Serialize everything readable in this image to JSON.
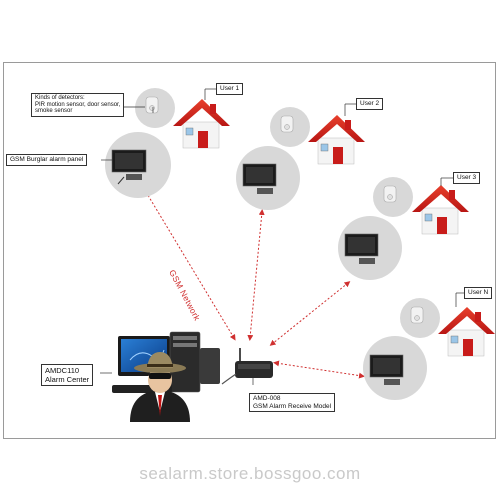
{
  "labels": {
    "detectors_heading": "Kinds of detectors:",
    "detectors_line1": "PIR motion sensor, door sensor,",
    "detectors_line2": "smoke sensor",
    "panel": "GSM Burglar alarm panel",
    "user1": "User 1",
    "user2": "User 2",
    "user3": "User 3",
    "userN": "User N",
    "network": "GSM Network",
    "center_line1": "AMDC110",
    "center_line2": "Alarm Center",
    "receiver_line1": "AMD-008",
    "receiver_line2": "GSM Alarm Receive Model"
  },
  "watermark": "sealarm.store.bossgoo.com",
  "colors": {
    "arrow": "#d03030",
    "house_roof": "#d9201e",
    "house_wall": "#f4f4f4",
    "bubble": "#d8d8d8",
    "frame": "#9a9a9a"
  }
}
